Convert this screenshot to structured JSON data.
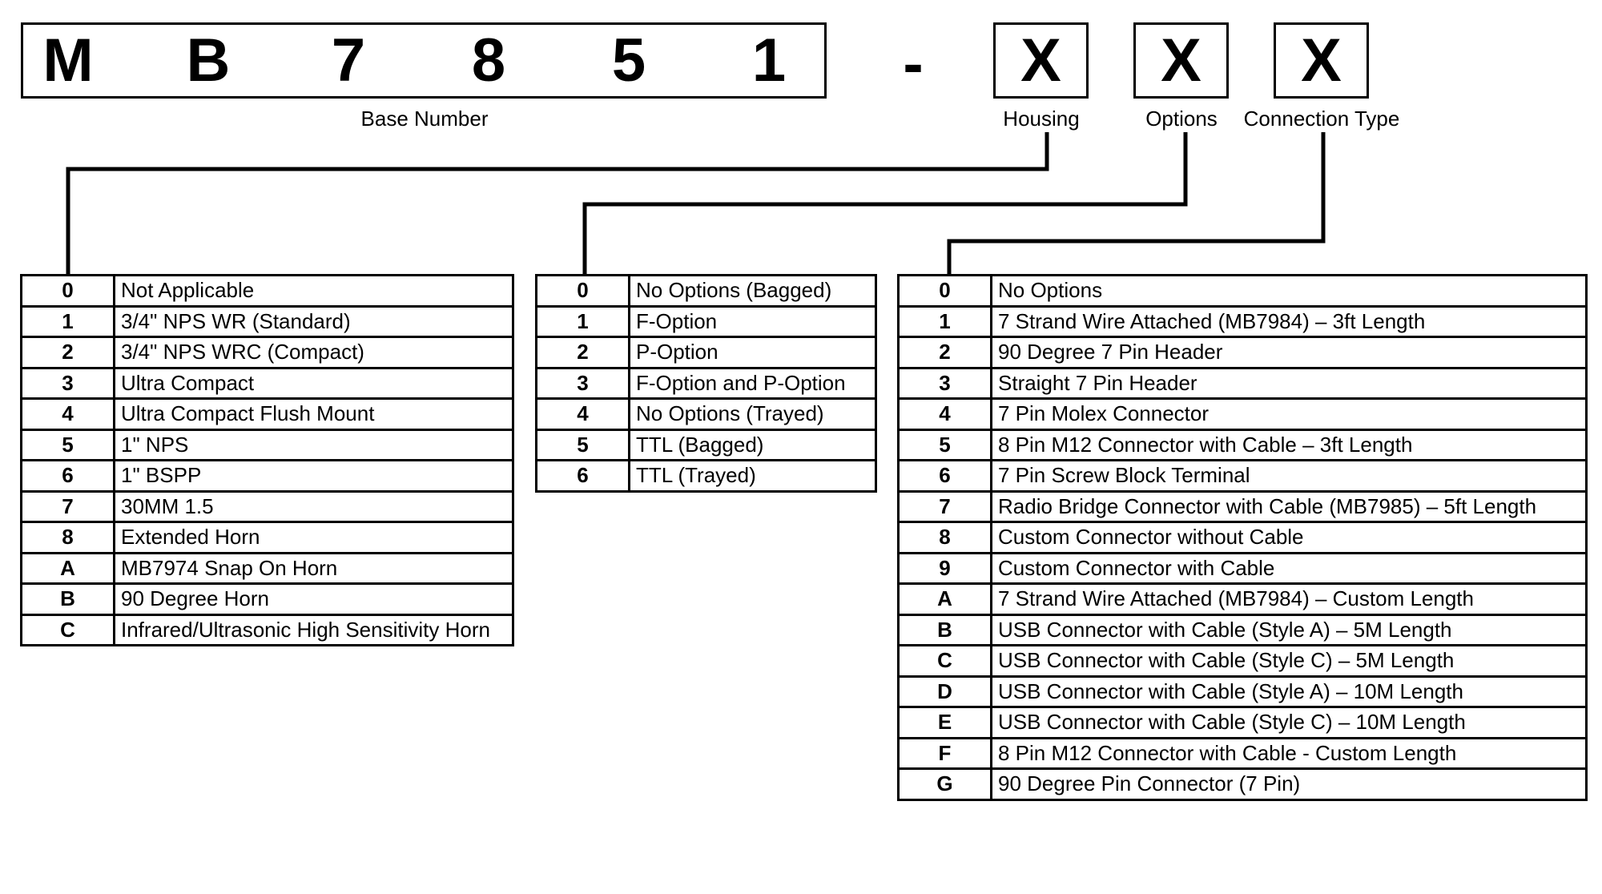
{
  "base_number": {
    "chars": [
      "M",
      "B",
      "7",
      "8",
      "5",
      "1"
    ],
    "label": "Base Number"
  },
  "separator": "-",
  "segments": [
    {
      "char": "X",
      "label": "Housing"
    },
    {
      "char": "X",
      "label": "Options"
    },
    {
      "char": "X",
      "label": "Connection Type"
    }
  ],
  "housing": [
    {
      "code": "0",
      "desc": "Not Applicable"
    },
    {
      "code": "1",
      "desc": "3/4\" NPS WR (Standard)"
    },
    {
      "code": "2",
      "desc": "3/4\" NPS WRC (Compact)"
    },
    {
      "code": "3",
      "desc": "Ultra Compact"
    },
    {
      "code": "4",
      "desc": "Ultra Compact Flush Mount"
    },
    {
      "code": "5",
      "desc": "1\" NPS"
    },
    {
      "code": "6",
      "desc": "1\" BSPP"
    },
    {
      "code": "7",
      "desc": "30MM 1.5"
    },
    {
      "code": "8",
      "desc": "Extended Horn"
    },
    {
      "code": "A",
      "desc": "MB7974 Snap On Horn"
    },
    {
      "code": "B",
      "desc": "90 Degree Horn"
    },
    {
      "code": "C",
      "desc": "Infrared/Ultrasonic High Sensitivity Horn"
    }
  ],
  "options": [
    {
      "code": "0",
      "desc": "No Options (Bagged)"
    },
    {
      "code": "1",
      "desc": "F-Option"
    },
    {
      "code": "2",
      "desc": "P-Option"
    },
    {
      "code": "3",
      "desc": "F-Option and P-Option"
    },
    {
      "code": "4",
      "desc": "No Options (Trayed)"
    },
    {
      "code": "5",
      "desc": "TTL (Bagged)"
    },
    {
      "code": "6",
      "desc": "TTL (Trayed)"
    }
  ],
  "connection": [
    {
      "code": "0",
      "desc": "No Options"
    },
    {
      "code": "1",
      "desc": "7 Strand Wire Attached (MB7984) – 3ft Length"
    },
    {
      "code": "2",
      "desc": "90 Degree 7 Pin Header"
    },
    {
      "code": "3",
      "desc": "Straight 7 Pin Header"
    },
    {
      "code": "4",
      "desc": "7 Pin Molex Connector"
    },
    {
      "code": "5",
      "desc": "8 Pin M12 Connector with Cable – 3ft Length"
    },
    {
      "code": "6",
      "desc": "7 Pin Screw Block Terminal"
    },
    {
      "code": "7",
      "desc": "Radio Bridge Connector with Cable (MB7985) – 5ft Length"
    },
    {
      "code": "8",
      "desc": "Custom Connector without Cable"
    },
    {
      "code": "9",
      "desc": "Custom Connector with Cable"
    },
    {
      "code": "A",
      "desc": "7 Strand Wire Attached (MB7984) – Custom Length"
    },
    {
      "code": "B",
      "desc": "USB Connector with Cable (Style A) – 5M Length"
    },
    {
      "code": "C",
      "desc": "USB Connector with Cable (Style C) – 5M Length"
    },
    {
      "code": "D",
      "desc": "USB Connector with Cable (Style A) – 10M Length"
    },
    {
      "code": "E",
      "desc": "USB Connector with Cable (Style C) – 10M Length"
    },
    {
      "code": "F",
      "desc": "8 Pin M12 Connector with Cable - Custom Length"
    },
    {
      "code": "G",
      "desc": "90 Degree Pin Connector (7 Pin)"
    }
  ]
}
